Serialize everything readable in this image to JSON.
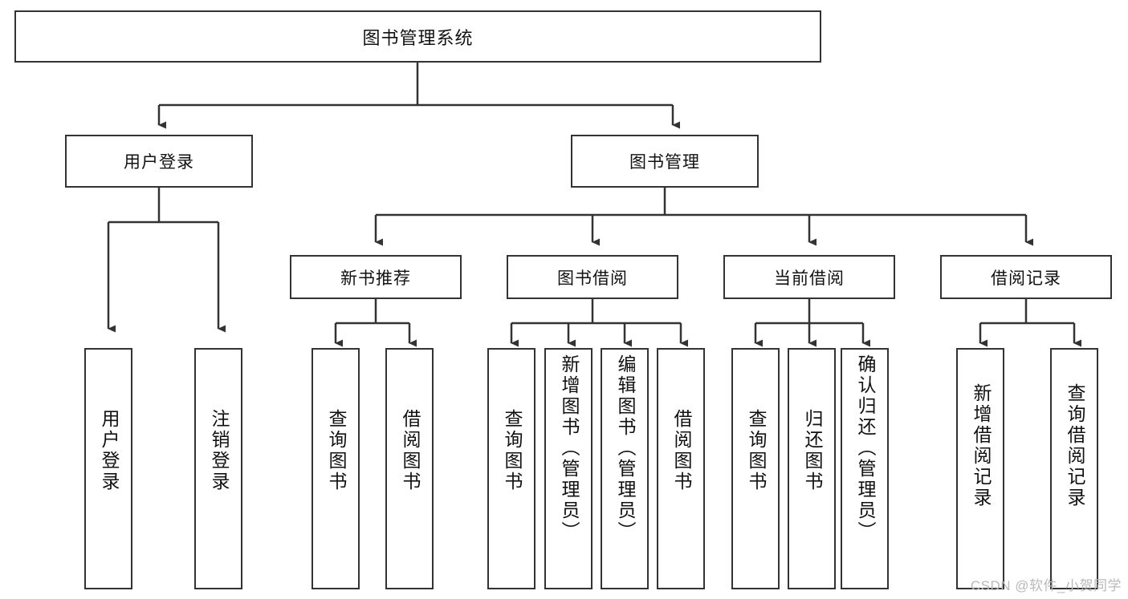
{
  "diagram": {
    "title": "图书管理系统",
    "type": "hierarchy-tree",
    "root": {
      "label": "图书管理系统"
    },
    "level2": [
      {
        "id": "user-login",
        "label": "用户登录"
      },
      {
        "id": "book-management",
        "label": "图书管理"
      }
    ],
    "level3": [
      {
        "id": "new-book-recommend",
        "label": "新书推荐"
      },
      {
        "id": "book-borrow",
        "label": "图书借阅"
      },
      {
        "id": "current-borrow",
        "label": "当前借阅"
      },
      {
        "id": "borrow-record",
        "label": "借阅记录"
      }
    ],
    "leaves": {
      "user_login": [
        {
          "id": "leaf-user-login",
          "label": "用户登录"
        },
        {
          "id": "leaf-logout",
          "label": "注销登录"
        }
      ],
      "new_book_recommend": [
        {
          "id": "leaf-query-book-1",
          "label": "查询图书"
        },
        {
          "id": "leaf-borrow-book-1",
          "label": "借阅图书"
        }
      ],
      "book_borrow": [
        {
          "id": "leaf-query-book-2",
          "label": "查询图书"
        },
        {
          "id": "leaf-add-book",
          "label": "新增图书（管理员）"
        },
        {
          "id": "leaf-edit-book",
          "label": "编辑图书（管理员）"
        },
        {
          "id": "leaf-borrow-book-2",
          "label": "借阅图书"
        }
      ],
      "current_borrow": [
        {
          "id": "leaf-query-book-3",
          "label": "查询图书"
        },
        {
          "id": "leaf-return-book",
          "label": "归还图书"
        },
        {
          "id": "leaf-confirm-return",
          "label": "确认归还（管理员）"
        }
      ],
      "borrow_record": [
        {
          "id": "leaf-add-record",
          "label": "新增借阅记录"
        },
        {
          "id": "leaf-query-record",
          "label": "查询借阅记录"
        }
      ]
    }
  },
  "watermark": {
    "text": "CSDN @软件_小贺同学"
  },
  "colors": {
    "border": "#333333",
    "text": "#111111",
    "background": "#ffffff",
    "watermark": "#b9b9b9"
  }
}
